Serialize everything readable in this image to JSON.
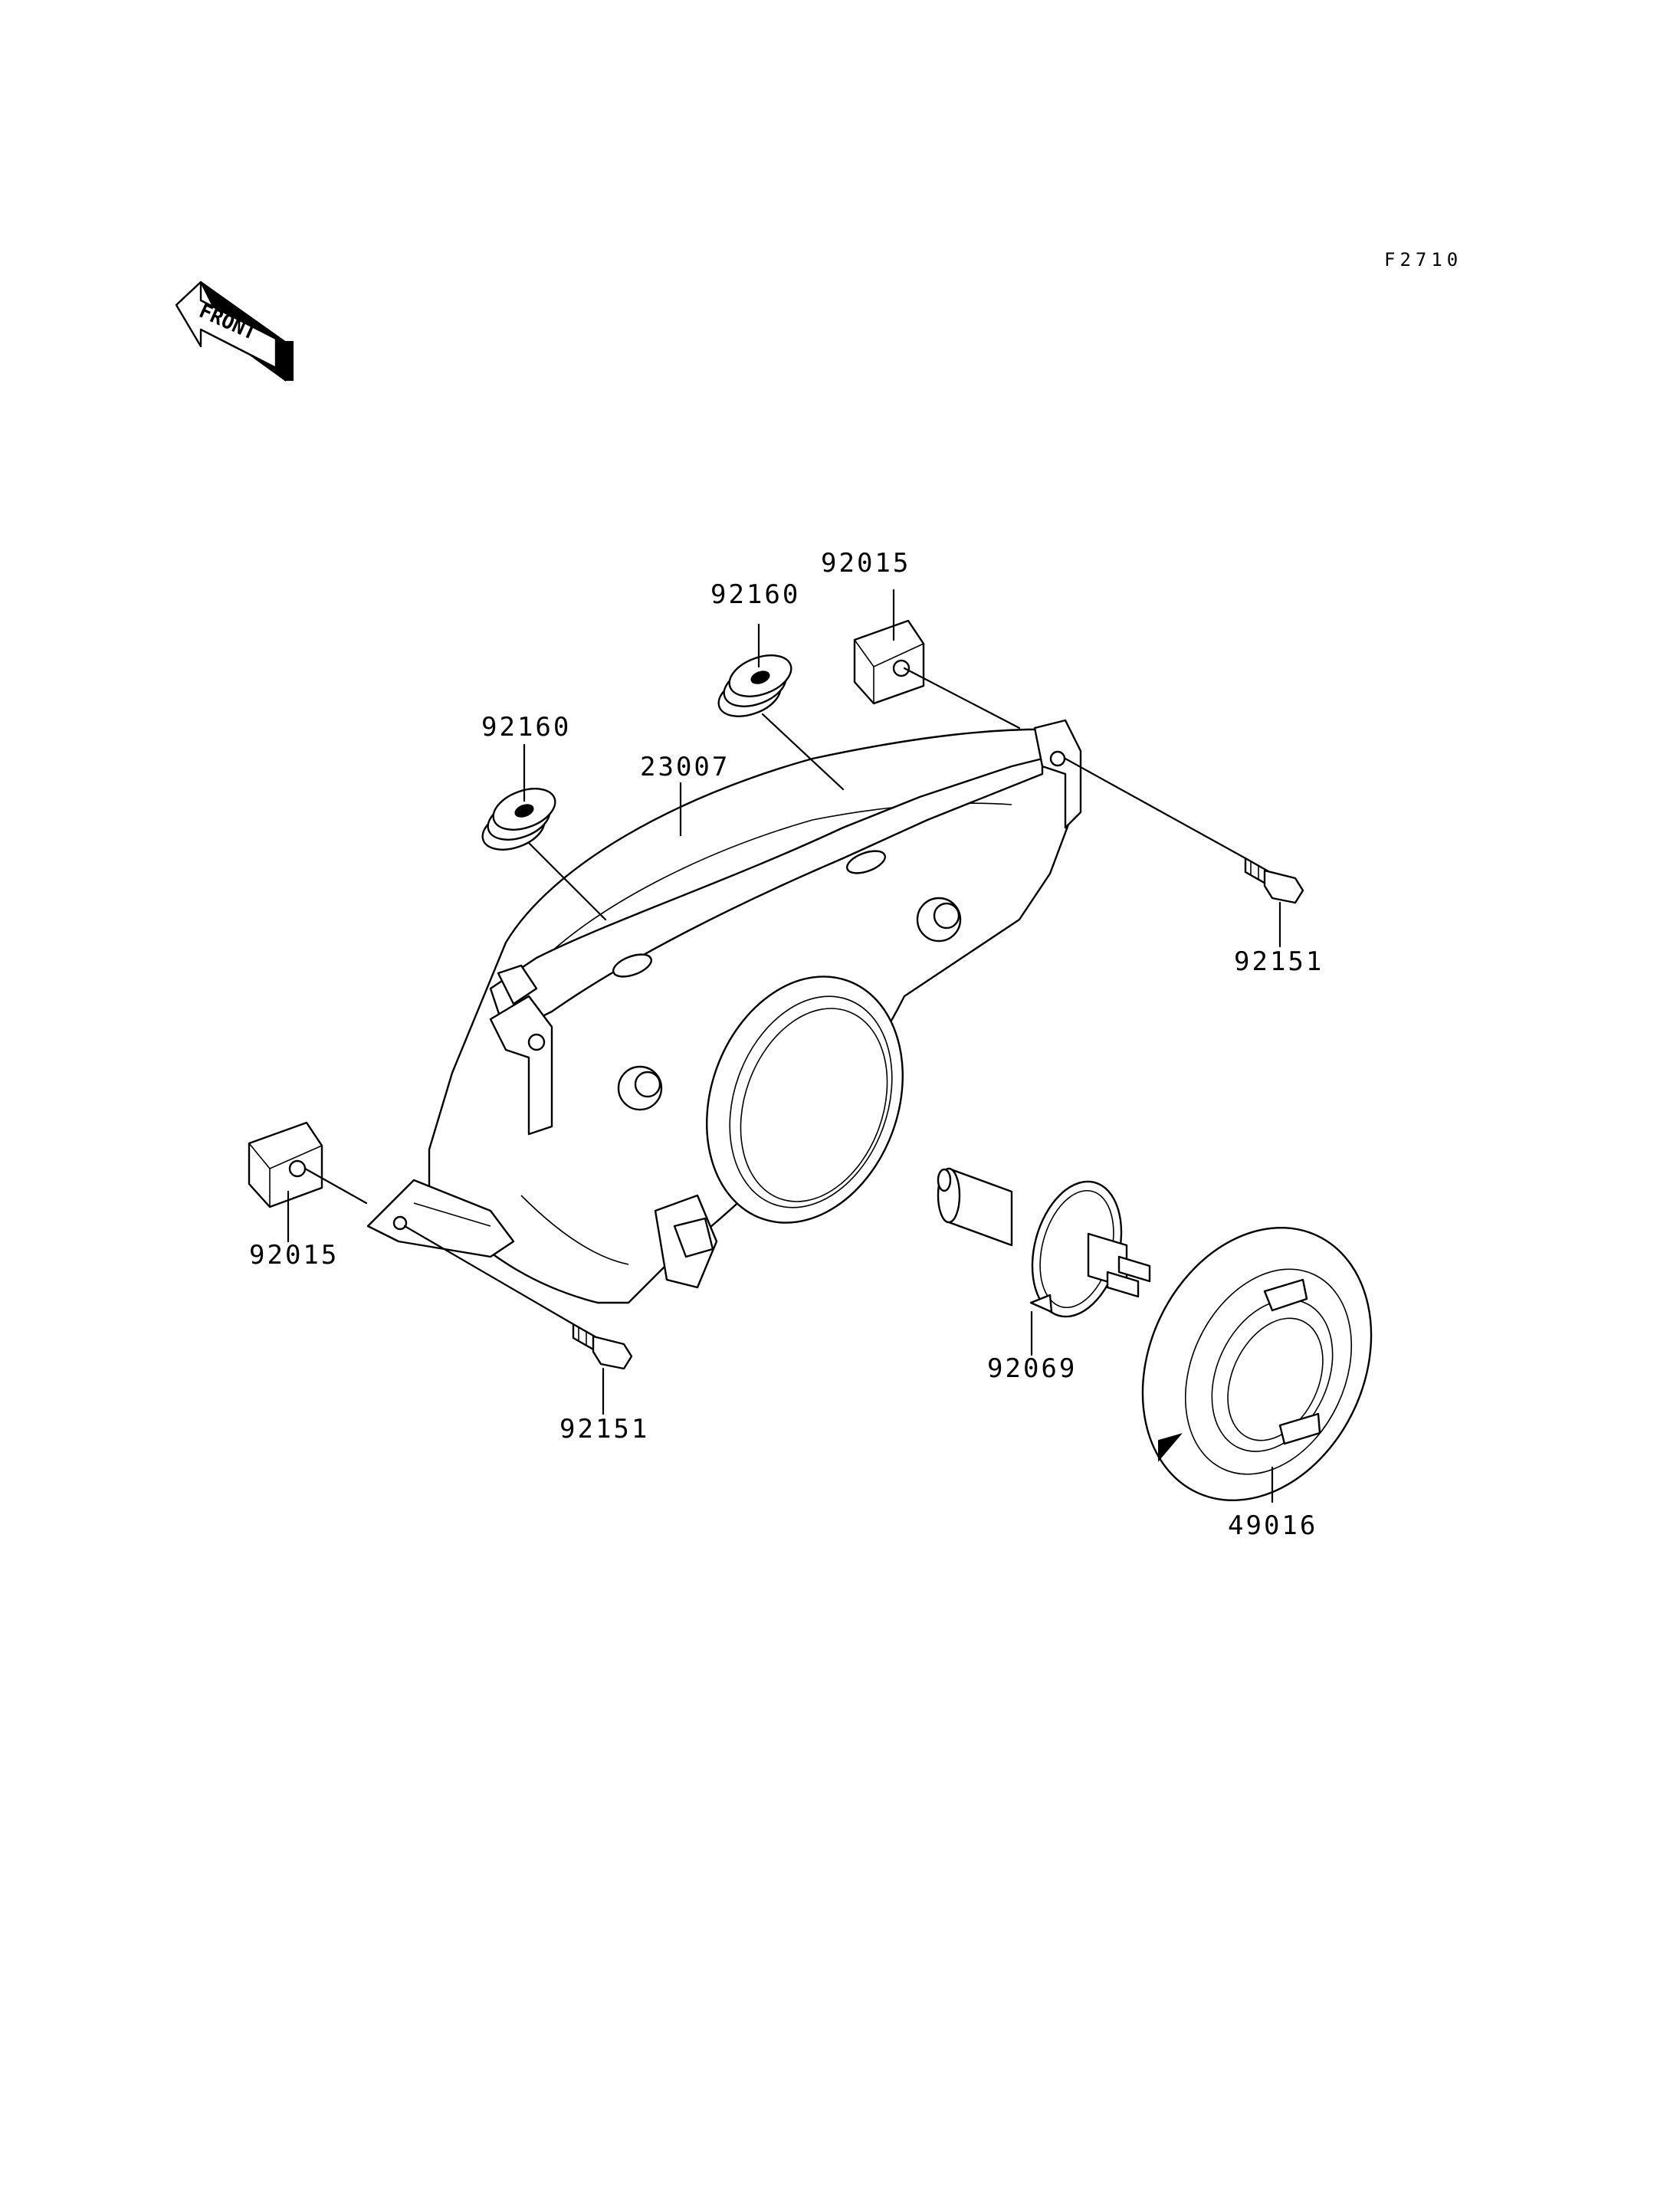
{
  "figure_code": "F2710",
  "front_arrow": {
    "label": "FRONT",
    "icon": "front-direction-arrow-icon"
  },
  "parts": {
    "headlight_housing": "23007",
    "bracket_top": "92015",
    "bracket_left": "92015",
    "grommet_top": "92160",
    "grommet_left": "92160",
    "bolt_right": "92151",
    "bolt_bottom": "92151",
    "bulb": "92069",
    "bulb_cover": "49016"
  }
}
